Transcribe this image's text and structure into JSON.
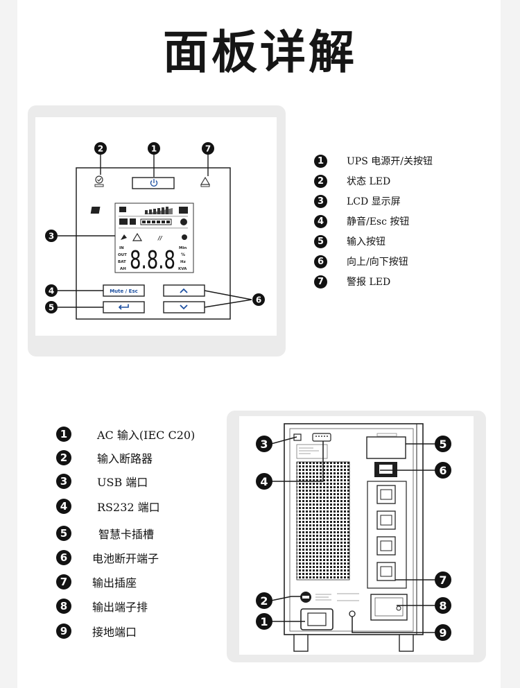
{
  "page": {
    "title": "面板详解"
  },
  "front_panel": {
    "button_labels": {
      "mute_esc": "Mute / Esc"
    },
    "lcd": {
      "digits": "8.8.8",
      "left_labels": [
        "IN",
        "OUT",
        "BAT",
        "AH"
      ],
      "right_labels": [
        "Min",
        "%",
        "Hz",
        "KVA"
      ]
    },
    "callouts": [
      "1",
      "2",
      "3",
      "4",
      "5",
      "6",
      "7"
    ],
    "legend": [
      {
        "num": "1",
        "text": "UPS 电源开/关按钮"
      },
      {
        "num": "2",
        "text": "状态 LED"
      },
      {
        "num": "3",
        "text": "LCD 显示屏"
      },
      {
        "num": "4",
        "text": "静音/Esc 按钮"
      },
      {
        "num": "5",
        "text": "输入按钮"
      },
      {
        "num": "6",
        "text": "向上/向下按钮"
      },
      {
        "num": "7",
        "text": "警报 LED"
      }
    ]
  },
  "rear_panel": {
    "callouts": [
      "1",
      "2",
      "3",
      "4",
      "5",
      "6",
      "7",
      "8",
      "9"
    ],
    "legend": [
      {
        "num": "1",
        "text": "AC  输入(IEC C20)"
      },
      {
        "num": "2",
        "text": "输入断路器"
      },
      {
        "num": "3",
        "text": "USB  端口"
      },
      {
        "num": "4",
        "text": "RS232 端口"
      },
      {
        "num": "5",
        "text": "智慧卡插槽"
      },
      {
        "num": "6",
        "text": "电池断开端子"
      },
      {
        "num": "7",
        "text": "输出插座"
      },
      {
        "num": "8",
        "text": "输出端子排"
      },
      {
        "num": "9",
        "text": "接地端口"
      }
    ]
  },
  "colors": {
    "badge": "#121212",
    "card": "#ebebeb",
    "line": "#1a1a1a"
  }
}
